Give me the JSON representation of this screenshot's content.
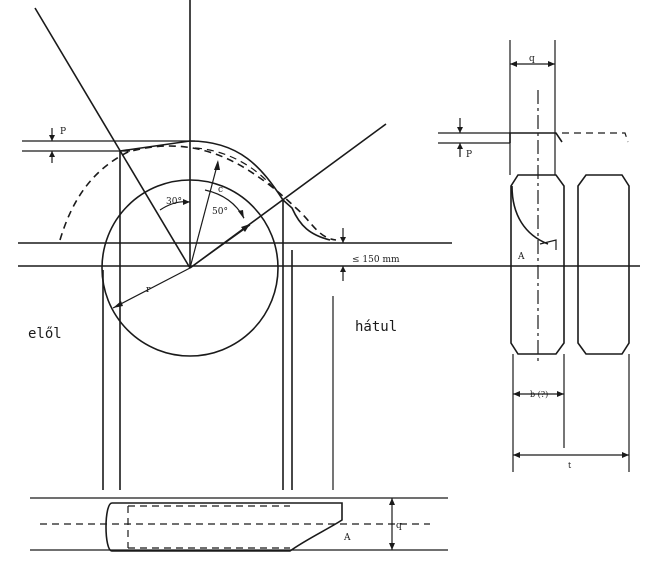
{
  "labels": {
    "p_left": "P",
    "p_right": "P",
    "angle_30": "30°",
    "angle_50": "50°",
    "c": "c",
    "r": "r",
    "dimension_150": "≤ 150 mm",
    "front": "elől",
    "rear": "hátul",
    "q_top": "q",
    "q_bottom": "q",
    "a_right": "A",
    "a_bottom": "A",
    "b": "b (?)",
    "t": "t"
  }
}
